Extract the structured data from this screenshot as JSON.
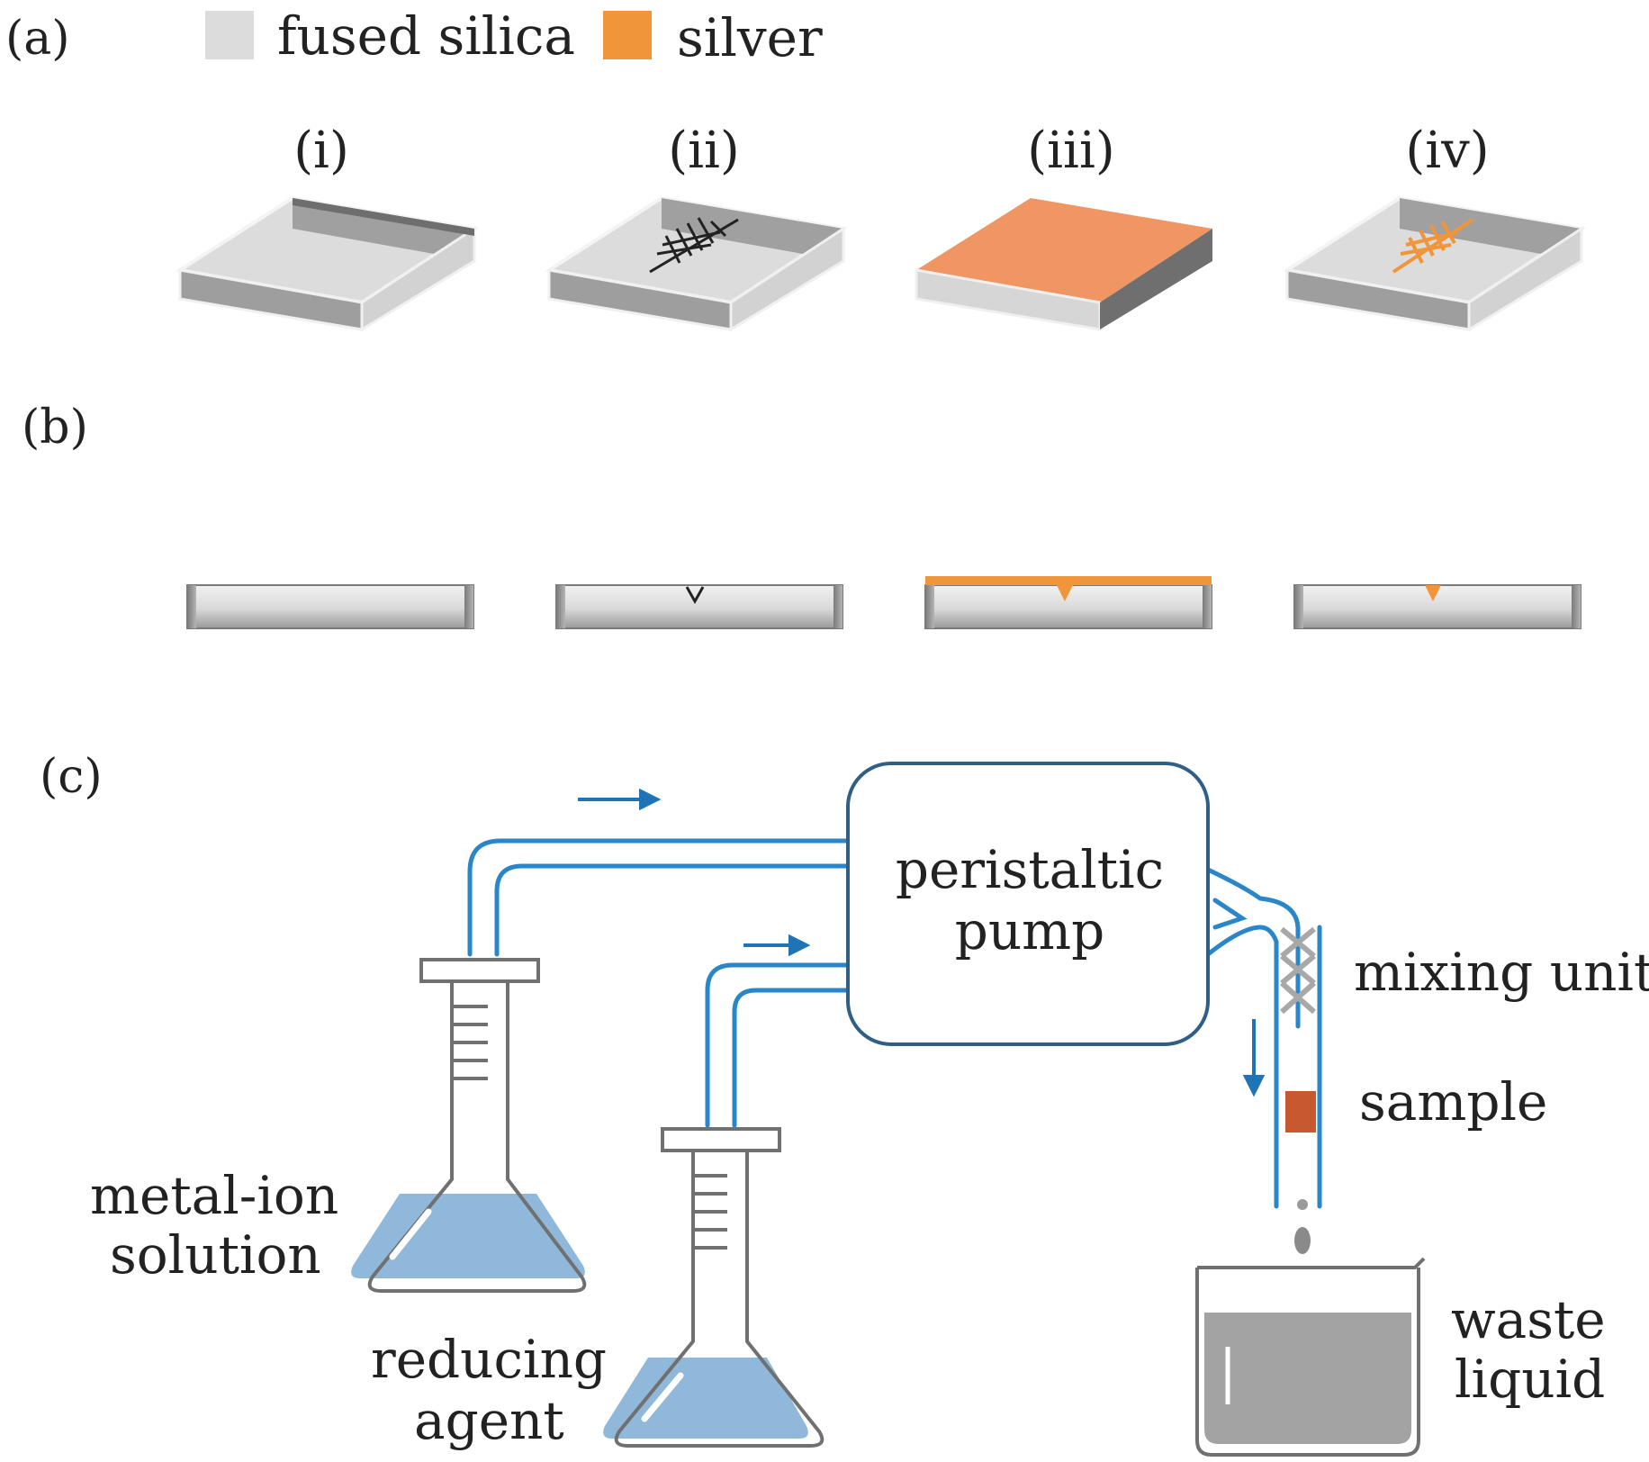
{
  "panel_labels": {
    "a": "(a)",
    "b": "(b)",
    "c": "(c)"
  },
  "legend": [
    {
      "label": "fused silica",
      "color": "#dcdcdc"
    },
    {
      "label": "silver",
      "color": "#f0953a"
    }
  ],
  "steps": [
    "(i)",
    "(ii)",
    "(iii)",
    "(iv)"
  ],
  "setup": {
    "pump": [
      "peristaltic",
      "pump"
    ],
    "metal_ion": [
      "metal-ion",
      "solution"
    ],
    "reducing": [
      "reducing",
      "agent"
    ],
    "mixing": "mixing unit",
    "sample": "sample",
    "waste": [
      "waste",
      "liquid"
    ]
  },
  "colors": {
    "silica_top": "#dcdcdc",
    "silica_side": "#888888",
    "silver": "#f0953a",
    "silver_plate": "#ef9663",
    "tube": "#1f73b7",
    "tube_light": "#aed3ef",
    "liquid": "#8fb8da",
    "waste_liquid": "#a3a3a3",
    "pump_border": "#2f5f86",
    "sample": "#c8582f",
    "glass": "#707070"
  }
}
